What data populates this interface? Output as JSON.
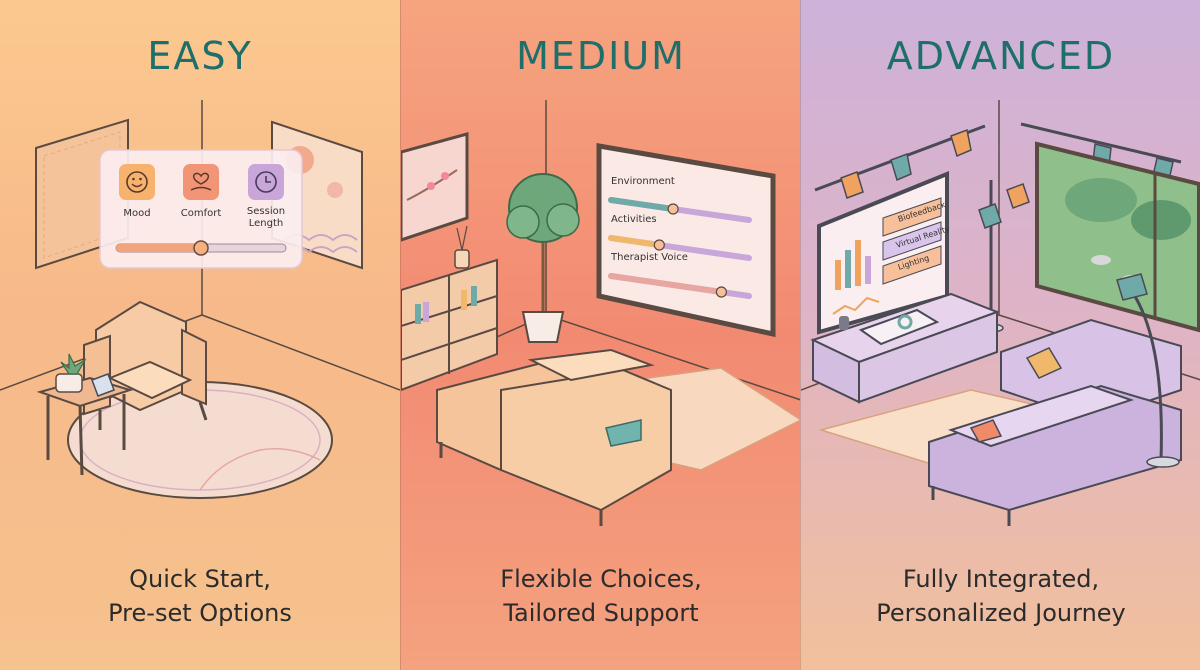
{
  "panels": [
    {
      "title": "EASY",
      "caption_line1": "Quick Start,",
      "caption_line2": "Pre-set Options",
      "card": {
        "options": [
          {
            "label": "Mood",
            "icon": "smiley-icon"
          },
          {
            "label": "Comfort",
            "icon": "heart-hand-icon"
          },
          {
            "label_line1": "Session",
            "label_line2": "Length",
            "icon": "clock-icon"
          }
        ],
        "slider_level": 0.5
      }
    },
    {
      "title": "MEDIUM",
      "caption_line1": "Flexible Choices,",
      "caption_line2": "Tailored Support",
      "screen": {
        "settings": [
          {
            "label": "Environment",
            "level": 0.45
          },
          {
            "label": "Activities",
            "level": 0.35
          },
          {
            "label": "Therapist Voice",
            "level": 0.8
          }
        ]
      }
    },
    {
      "title": "ADVANCED",
      "caption_line1": "Fully Integrated,",
      "caption_line2": "Personalized Journey",
      "screen": {
        "features": [
          "Biofeedback",
          "Virtual Reality",
          "Lighting"
        ]
      }
    }
  ],
  "colors": {
    "title": "#1e6e6c",
    "caption": "#2b2b2b",
    "line": "#5a4a42"
  }
}
